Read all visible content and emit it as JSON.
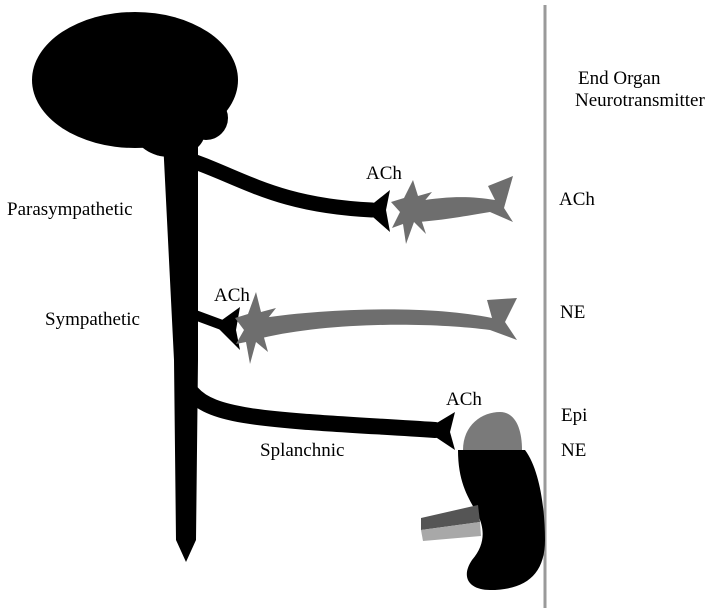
{
  "colors": {
    "nerve": "#000000",
    "postganglionic": "#6e6e6e",
    "adrenal_medulla": "#7a7a7a",
    "divider": "#9a9a9a",
    "vessel_dark": "#555555",
    "vessel_light": "#a8a8a8"
  },
  "header": {
    "line1": "End Organ",
    "line2": "Neurotransmitter"
  },
  "pathways": {
    "parasympathetic": {
      "label": "Parasympathetic",
      "ganglion_transmitter": "ACh",
      "end_organ_transmitter": "ACh"
    },
    "sympathetic": {
      "label": "Sympathetic",
      "ganglion_transmitter": "ACh",
      "end_organ_transmitter": "NE"
    },
    "splanchnic": {
      "label": "Splanchnic",
      "ganglion_transmitter": "ACh",
      "end_organ_transmitter_1": "Epi",
      "end_organ_transmitter_2": "NE"
    }
  }
}
